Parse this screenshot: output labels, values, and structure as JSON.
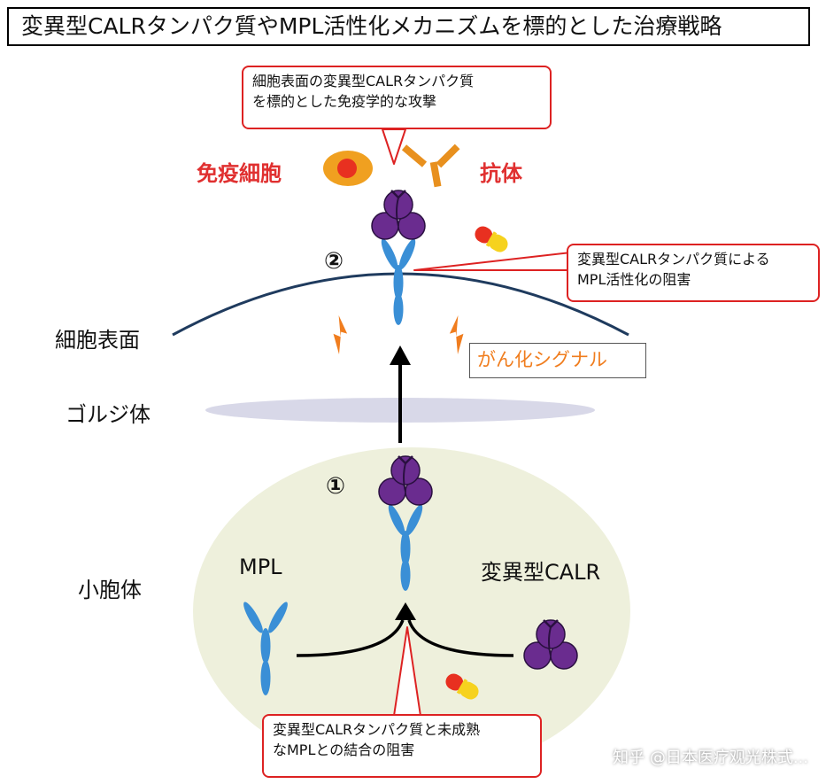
{
  "title": "変異型CALRタンパク質やMPL活性化メカニズムを標的とした治療戦略",
  "callouts": {
    "immune_attack": [
      "細胞表面の変異型CALRタンパク質",
      "を標的とした免疫学的な攻撃"
    ],
    "mpl_activation": [
      "変異型CALRタンパク質による",
      "MPL活性化の阻害"
    ],
    "binding_inhibition": [
      "変異型CALRタンパク質と未成熟",
      "なMPLとの結合の阻害"
    ]
  },
  "labels": {
    "immune_cell": "免疫細胞",
    "antibody": "抗体",
    "cell_surface": "細胞表面",
    "golgi": "ゴルジ体",
    "er": "小胞体",
    "mpl": "MPL",
    "mutant_calr": "変異型CALR",
    "oncogenic_signal": "がん化シグナル",
    "step_1": "①",
    "step_2": "②"
  },
  "watermark": "知乎 @日本医疗观光株式...",
  "colors": {
    "calr_purple": "#6a2c8f",
    "mpl_blue": "#3a8fd6",
    "callout_red": "#d22222",
    "signal_orange": "#f07d1e",
    "er_fill": "#eef0dc",
    "golgi_fill": "#d8d8e8",
    "membrane": "#1f3b5e"
  }
}
